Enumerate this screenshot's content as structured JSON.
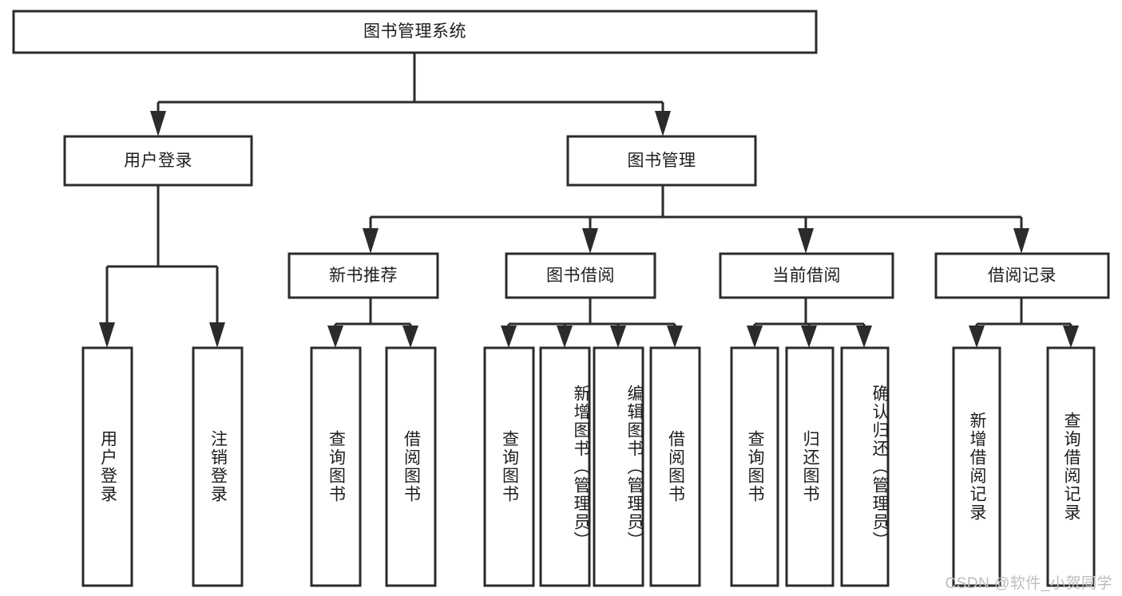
{
  "diagram": {
    "type": "tree-hierarchy-diagram",
    "title": "图书管理系统",
    "background_color": "#ffffff",
    "line_color": "#2b2b2b",
    "text_color": "#1d1d1d"
  },
  "nodes": {
    "root": {
      "label": "图书管理系统",
      "level": 1
    },
    "user_login": {
      "label": "用户登录",
      "level": 2
    },
    "book_manage": {
      "label": "图书管理",
      "level": 2
    },
    "new_book_rec": {
      "label": "新书推荐",
      "level": 3
    },
    "book_borrow": {
      "label": "图书借阅",
      "level": 3
    },
    "current_borrow": {
      "label": "当前借阅",
      "level": 3
    },
    "borrow_record": {
      "label": "借阅记录",
      "level": 3
    },
    "leaf_user_login": {
      "label": "用户登录",
      "level": 4
    },
    "leaf_logout": {
      "label": "注销登录",
      "level": 4
    },
    "leaf_query_book_1": {
      "label": "查询图书",
      "level": 4
    },
    "leaf_borrow_book_1": {
      "label": "借阅图书",
      "level": 4
    },
    "leaf_query_book_2": {
      "label": "查询图书",
      "level": 4
    },
    "leaf_add_book": {
      "label": "新增图书（管理员）",
      "level": 4
    },
    "leaf_edit_book": {
      "label": "编辑图书（管理员）",
      "level": 4
    },
    "leaf_borrow_book_2": {
      "label": "借阅图书",
      "level": 4
    },
    "leaf_query_book_3": {
      "label": "查询图书",
      "level": 4
    },
    "leaf_return_book": {
      "label": "归还图书",
      "level": 4
    },
    "leaf_confirm_return": {
      "label": "确认归还（管理员）",
      "level": 4
    },
    "leaf_add_record": {
      "label": "新增借阅记录",
      "level": 4
    },
    "leaf_query_record": {
      "label": "查询借阅记录",
      "level": 4
    }
  },
  "edges": [
    {
      "from": "root",
      "to": "user_login"
    },
    {
      "from": "root",
      "to": "book_manage"
    },
    {
      "from": "user_login",
      "to": "leaf_user_login"
    },
    {
      "from": "user_login",
      "to": "leaf_logout"
    },
    {
      "from": "book_manage",
      "to": "new_book_rec"
    },
    {
      "from": "book_manage",
      "to": "book_borrow"
    },
    {
      "from": "book_manage",
      "to": "current_borrow"
    },
    {
      "from": "book_manage",
      "to": "borrow_record"
    },
    {
      "from": "new_book_rec",
      "to": "leaf_query_book_1"
    },
    {
      "from": "new_book_rec",
      "to": "leaf_borrow_book_1"
    },
    {
      "from": "book_borrow",
      "to": "leaf_query_book_2"
    },
    {
      "from": "book_borrow",
      "to": "leaf_add_book"
    },
    {
      "from": "book_borrow",
      "to": "leaf_edit_book"
    },
    {
      "from": "book_borrow",
      "to": "leaf_borrow_book_2"
    },
    {
      "from": "current_borrow",
      "to": "leaf_query_book_3"
    },
    {
      "from": "current_borrow",
      "to": "leaf_return_book"
    },
    {
      "from": "current_borrow",
      "to": "leaf_confirm_return"
    },
    {
      "from": "borrow_record",
      "to": "leaf_add_record"
    },
    {
      "from": "borrow_record",
      "to": "leaf_query_record"
    }
  ],
  "watermark": {
    "text": "CSDN @软件_小贺同学"
  }
}
